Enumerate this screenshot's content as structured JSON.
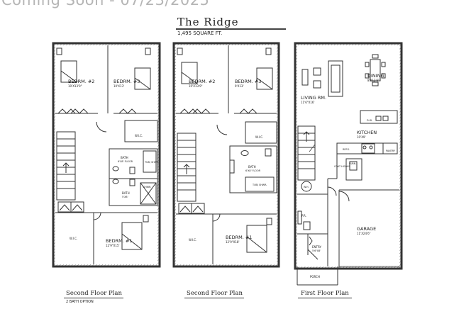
{
  "watermark": "Coming Soon - 07/23/2025",
  "header": {
    "title": "The Ridge",
    "square_feet": "1,495 SQUARE FT."
  },
  "plans": {
    "second_a": {
      "caption": "Second Floor Plan",
      "subcaption": "2 BATH OPTION",
      "rooms": {
        "bedroom2": {
          "name": "BEDRM. #2",
          "dims": "10'X13'9\""
        },
        "bedroom3": {
          "name": "BEDRM. #3",
          "dims": "10'X13'"
        },
        "wic_upper": "W.I.C.",
        "bath_upper": {
          "name": "BATH",
          "dims": "6'X8' FLOOR"
        },
        "tub": "TUB/ SHWR.",
        "bath_lower": {
          "name": "BATH",
          "dims": "5'X8'"
        },
        "shower": "SHWR.",
        "wic_lower": "W.I.C.",
        "bedroom1": {
          "name": "BEDRM. #1",
          "dims": "12'9\"X15'"
        }
      }
    },
    "second_b": {
      "caption": "Second Floor Plan",
      "rooms": {
        "bedroom2": {
          "name": "BEDRM. #2",
          "dims": "10'X13'9\""
        },
        "bedroom3": {
          "name": "BEDRM. #3",
          "dims": "9'X13'"
        },
        "wic_upper": "W.I.C.",
        "bath": {
          "name": "BATH",
          "dims": "6'X8' FLOOR"
        },
        "tub": "TUB/ SHWR.",
        "wic_lower": "W.I.C.",
        "bedroom1": {
          "name": "BEDRM. #1",
          "dims": "12'9\"X18'"
        }
      }
    },
    "first": {
      "caption": "First Floor Plan",
      "rooms": {
        "living": {
          "name": "LIVING RM.",
          "dims": "11'6\"X16'"
        },
        "dining": {
          "name": "DINING",
          "dims": "8'X12'6\""
        },
        "kitchen": {
          "name": "KITCHEN",
          "dims": "10'X9'"
        },
        "dw": "D.W.",
        "refrig": "REFG.",
        "pantry": "PANTRY",
        "coat": "COAT HOOKS",
        "furn": "FURN.",
        "wh": "W.H.",
        "pr": "P.R.",
        "entry": {
          "name": "ENTRY",
          "dims": "5'6\"X8'"
        },
        "garage": {
          "name": "GARAGE",
          "dims": "11'X24'6\""
        },
        "porch": "PORCH"
      }
    }
  }
}
